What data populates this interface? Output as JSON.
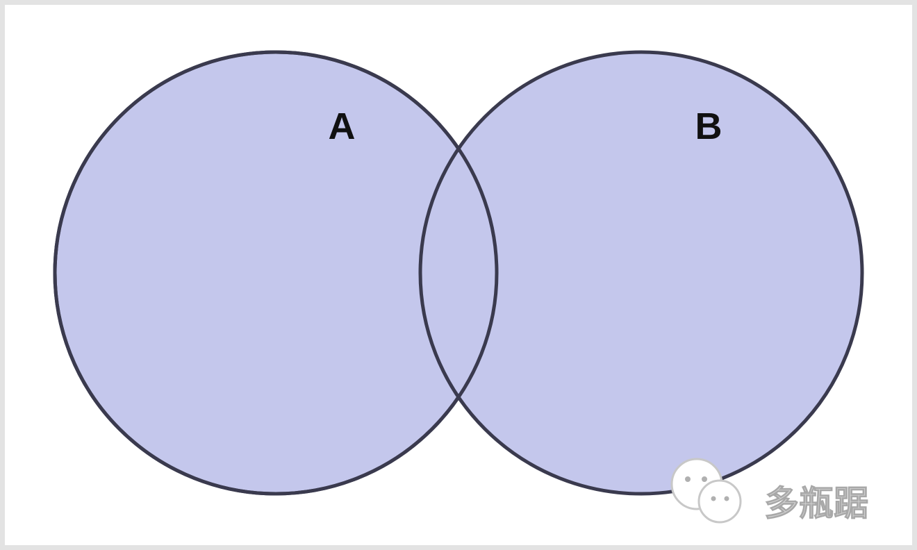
{
  "diagram": {
    "type": "venn",
    "sets": [
      {
        "label": "A"
      },
      {
        "label": "B"
      }
    ],
    "colors": {
      "fill": "#c4c7ec",
      "stroke": "#3a3a4e",
      "frame": "#e3e3e3"
    }
  },
  "watermark": {
    "text": "多瓶踞",
    "icon": "wechat-icon"
  }
}
